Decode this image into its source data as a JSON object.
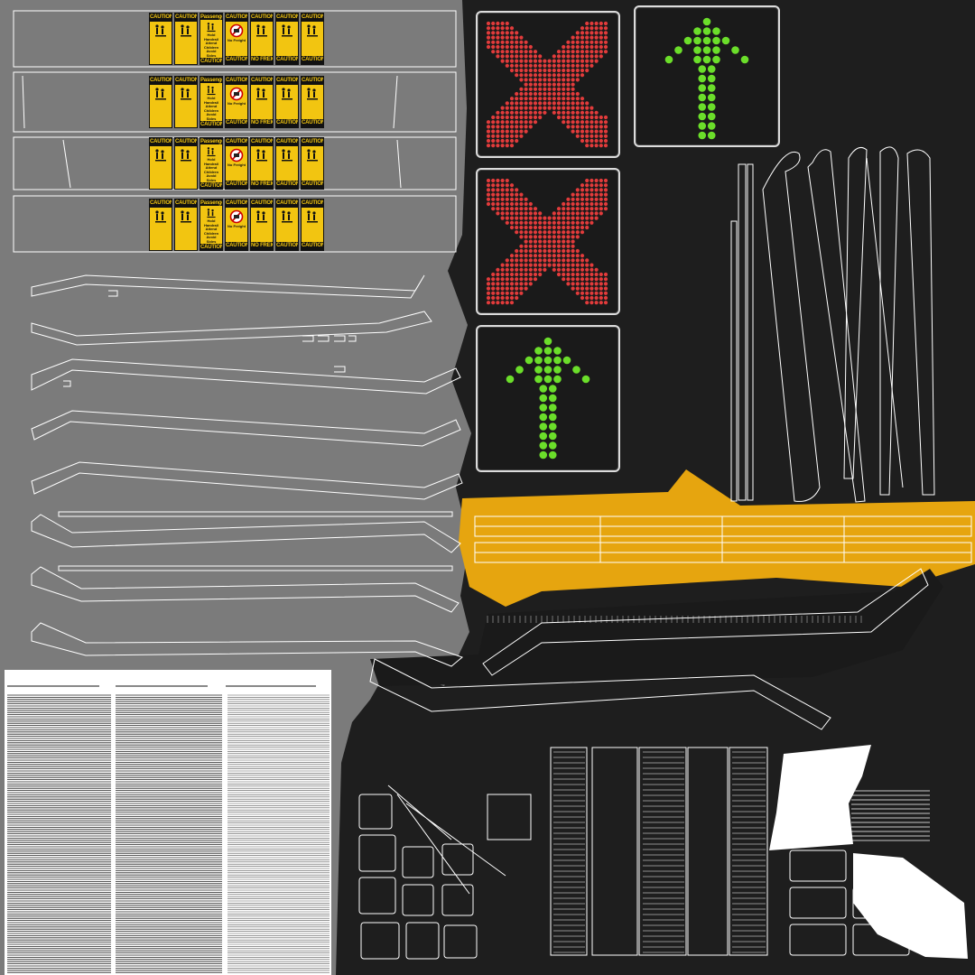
{
  "caution_sheet": {
    "header_labels": [
      "CAUTION",
      "CAUTION",
      "Passengers Only",
      "CAUTION",
      "CAUTION"
    ],
    "middle_text": [
      "Hold Handrail",
      "Attend Children",
      "Avoid Sides"
    ],
    "no_freight": "No Freight",
    "footer_labels": [
      "CAUTION",
      "CAUTION",
      "NO FREIGHT"
    ]
  },
  "led_signs": [
    {
      "symbol": "x-mark",
      "color": "#e23b3b"
    },
    {
      "symbol": "arrow-up",
      "color": "#6bde2a"
    },
    {
      "symbol": "x-mark",
      "color": "#e23b3b"
    },
    {
      "symbol": "arrow-up",
      "color": "#6bde2a"
    }
  ],
  "colors": {
    "background": "#1e1e1e",
    "uv_gray": "#7b7b7b",
    "accent_yellow": "#e6a50f",
    "caution_yellow": "#f2c511",
    "wire": "#ffffff"
  }
}
